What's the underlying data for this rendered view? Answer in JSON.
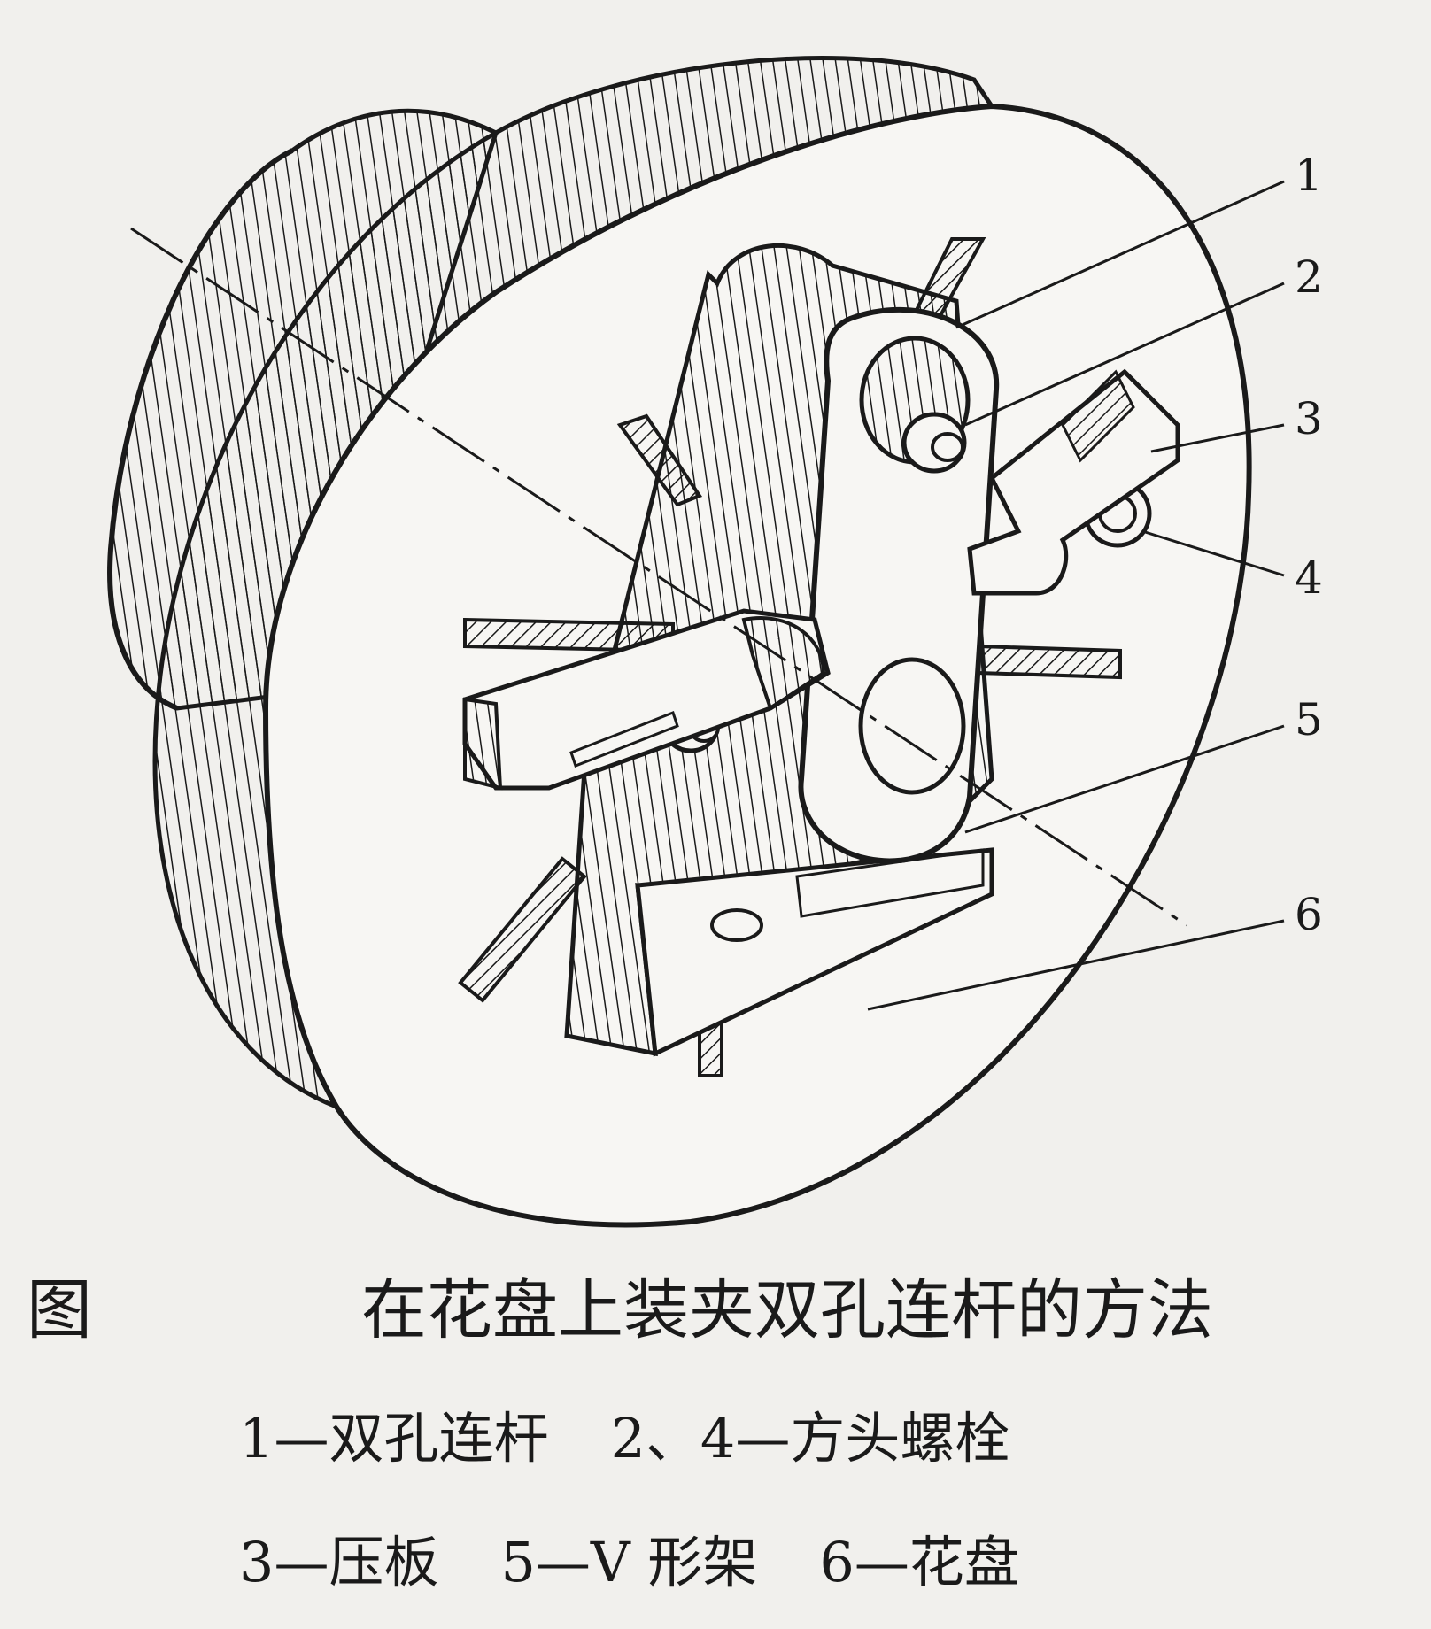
{
  "figure": {
    "callouts": [
      "1",
      "2",
      "3",
      "4",
      "5",
      "6"
    ],
    "caption_prefix": "图",
    "caption_title": "在花盘上装夹双孔连杆的方法",
    "legend_lines": [
      [
        "1—双孔连杆",
        "2、4—方头螺栓"
      ],
      [
        "3—压板",
        "5—V 形架",
        "6—花盘"
      ]
    ]
  }
}
